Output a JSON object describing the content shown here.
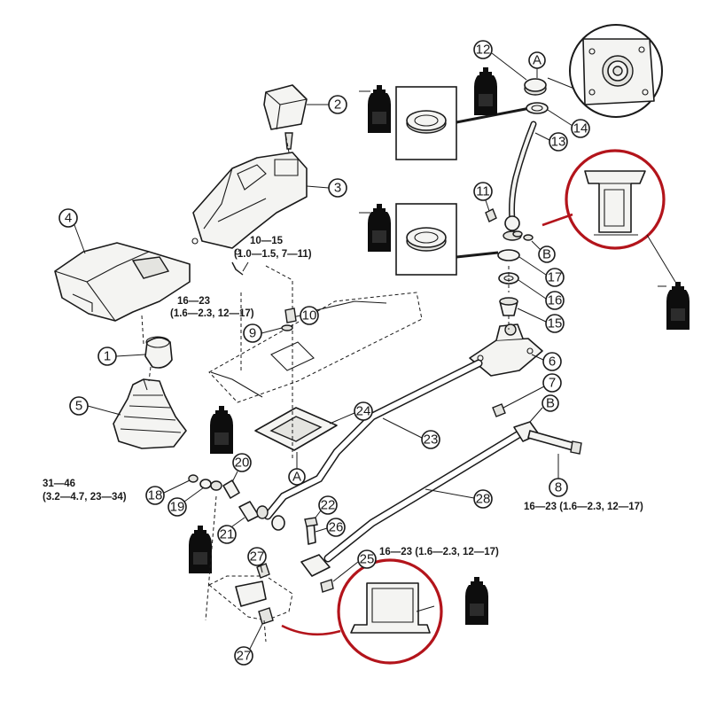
{
  "callouts": [
    {
      "id": "c1",
      "label": "1"
    },
    {
      "id": "c2",
      "label": "2"
    },
    {
      "id": "c3",
      "label": "3"
    },
    {
      "id": "c4",
      "label": "4"
    },
    {
      "id": "c5",
      "label": "5"
    },
    {
      "id": "c6",
      "label": "6"
    },
    {
      "id": "c7",
      "label": "7"
    },
    {
      "id": "c8",
      "label": "8"
    },
    {
      "id": "c9",
      "label": "9"
    },
    {
      "id": "c10",
      "label": "10"
    },
    {
      "id": "c11",
      "label": "11"
    },
    {
      "id": "c12",
      "label": "12"
    },
    {
      "id": "c13",
      "label": "13"
    },
    {
      "id": "c14",
      "label": "14"
    },
    {
      "id": "c15",
      "label": "15"
    },
    {
      "id": "c16",
      "label": "16"
    },
    {
      "id": "c17",
      "label": "17"
    },
    {
      "id": "c18",
      "label": "18"
    },
    {
      "id": "c19",
      "label": "19"
    },
    {
      "id": "c20",
      "label": "20"
    },
    {
      "id": "c21",
      "label": "21"
    },
    {
      "id": "c22",
      "label": "22"
    },
    {
      "id": "c23",
      "label": "23"
    },
    {
      "id": "c24",
      "label": "24"
    },
    {
      "id": "c25",
      "label": "25"
    },
    {
      "id": "c26",
      "label": "26"
    },
    {
      "id": "c27a",
      "label": "27"
    },
    {
      "id": "c27b",
      "label": "27"
    },
    {
      "id": "c28",
      "label": "28"
    }
  ],
  "reference_marks": {
    "a_top": "A",
    "a_bottom": "A",
    "b_top": "B",
    "b_lower": "B"
  },
  "torque_specs": {
    "spec_10_15": {
      "line1": "10—15",
      "line2": "(1.0—1.5, 7—11)"
    },
    "spec_16_23_left": {
      "line1": "16—23",
      "line2": "(1.6—2.3, 12—17)"
    },
    "spec_31_46": {
      "line1": "31—46",
      "line2": "(3.2—4.7, 23—34)"
    },
    "spec_16_23_right": {
      "line1": "16—23 (1.6—2.3, 12—17)"
    },
    "spec_16_23_bottom": {
      "line1": "16—23 (1.6—2.3, 12—17)"
    }
  },
  "icons": [
    "grease-bottle-icon",
    "magnifier-circle",
    "detail-box"
  ],
  "colors": {
    "highlight_ring": "#b3141b",
    "ink": "#1a1a1a",
    "bottle": "#0d0d0d"
  }
}
